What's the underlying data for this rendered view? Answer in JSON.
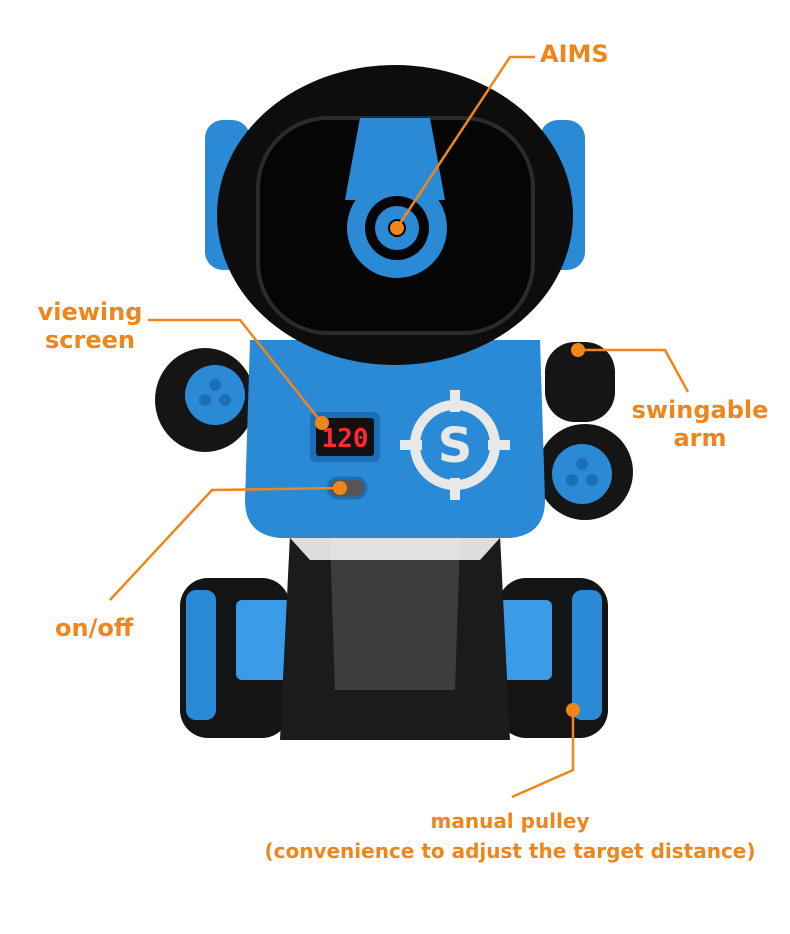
{
  "colors": {
    "accent": "#f0861a",
    "robot_blue": "#2a8ad6",
    "robot_black": "#141414",
    "display_red": "#ff2a2a"
  },
  "labels": {
    "aims": "AIMS",
    "viewing_screen_1": "viewing",
    "viewing_screen_2": "screen",
    "swingable_arm_1": "swingable",
    "swingable_arm_2": "arm",
    "on_off": "on/off",
    "manual_pulley_1": "manual pulley",
    "manual_pulley_2": "(convenience to adjust the target distance)"
  },
  "display": {
    "value": "120"
  },
  "badge": {
    "letter": "S"
  }
}
